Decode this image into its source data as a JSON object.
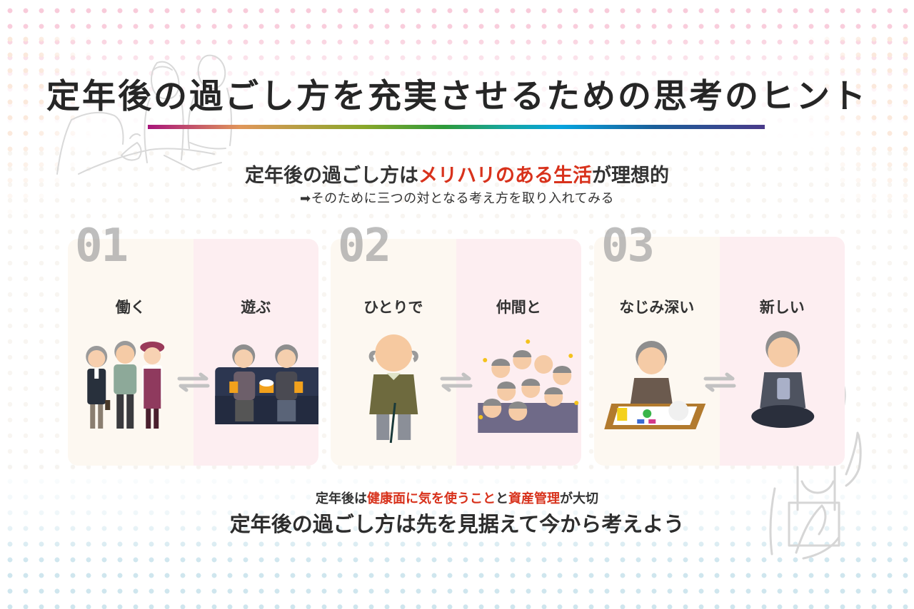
{
  "header": {
    "title": "定年後の過ごし方を充実させるための思考のヒント",
    "bar_colors": [
      "#a8157a",
      "#e0965a",
      "#8aa72a",
      "#2e9a3a",
      "#16a6a0",
      "#06a3de",
      "#1a5f9a",
      "#4a3a8a"
    ]
  },
  "intro": {
    "lead_prefix": "定年後の過ごし方は",
    "lead_accent": "メリハリのある生活",
    "lead_suffix": "が理想的",
    "note": "➡そのために三つの対となる考え方を取り入れてみる",
    "accent_color": "#d8321c"
  },
  "cards": [
    {
      "number": "01",
      "left": {
        "label": "働く",
        "image": "elderly-workers-illustration"
      },
      "right": {
        "label": "遊ぶ",
        "image": "elderly-couple-at-movie-theater-illustration"
      },
      "swap_icon": "swap-arrows-icon"
    },
    {
      "number": "02",
      "left": {
        "label": "ひとりで",
        "image": "elderly-man-with-cane-illustration"
      },
      "right": {
        "label": "仲間と",
        "image": "cheering-elderly-group-illustration"
      },
      "swap_icon": "swap-arrows-icon"
    },
    {
      "number": "03",
      "left": {
        "label": "なじみ深い",
        "image": "elderly-person-painting-illustration"
      },
      "right": {
        "label": "新しい",
        "image": "elderly-man-using-smartphone-illustration"
      },
      "swap_icon": "swap-arrows-icon"
    }
  ],
  "footer": {
    "line1_prefix": "定年後は",
    "line1_accent1": "健康面に気を使うこと",
    "line1_mid": "と",
    "line1_accent2": "資産管理",
    "line1_suffix": "が大切",
    "line2": "定年後の過ごし方は先を見据えて今から考えよう",
    "highlight_color": "#fdf6c5"
  },
  "theme": {
    "card_left_bg": "#fdf8f1",
    "card_right_bg": "#fdeef1",
    "dots_top": "#f8c9d9",
    "dots_bottom": "#cfe6ee"
  }
}
